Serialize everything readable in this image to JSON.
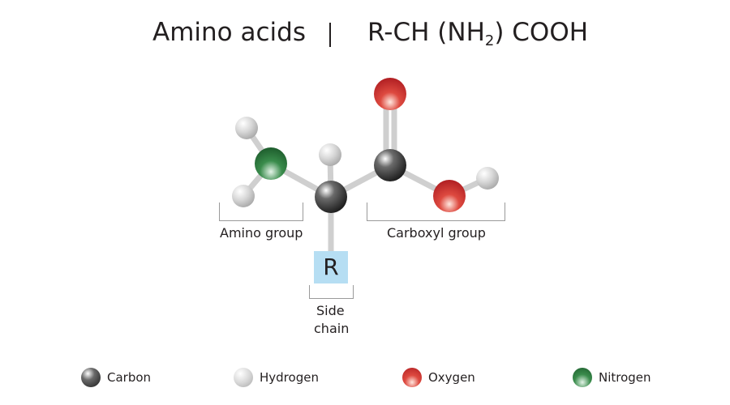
{
  "title": {
    "main": "Amino acids",
    "formula_prefix": "R-CH (NH",
    "formula_sub": "2",
    "formula_suffix": ") COOH"
  },
  "labels": {
    "amino_group": "Amino group",
    "carboxyl_group": "Carboxyl group",
    "r_group": "R",
    "side_chain_line1": "Side",
    "side_chain_line2": "chain"
  },
  "legend": [
    {
      "label": "Carbon",
      "color": "#3a3a3a"
    },
    {
      "label": "Hydrogen",
      "color": "#d4d4d4"
    },
    {
      "label": "Oxygen",
      "color": "#c8282a"
    },
    {
      "label": "Nitrogen",
      "color": "#2e7a3e"
    }
  ],
  "colors": {
    "bond": "#cfcfcf",
    "r_box": "#b6def3",
    "bracket": "#9a9a9a"
  }
}
